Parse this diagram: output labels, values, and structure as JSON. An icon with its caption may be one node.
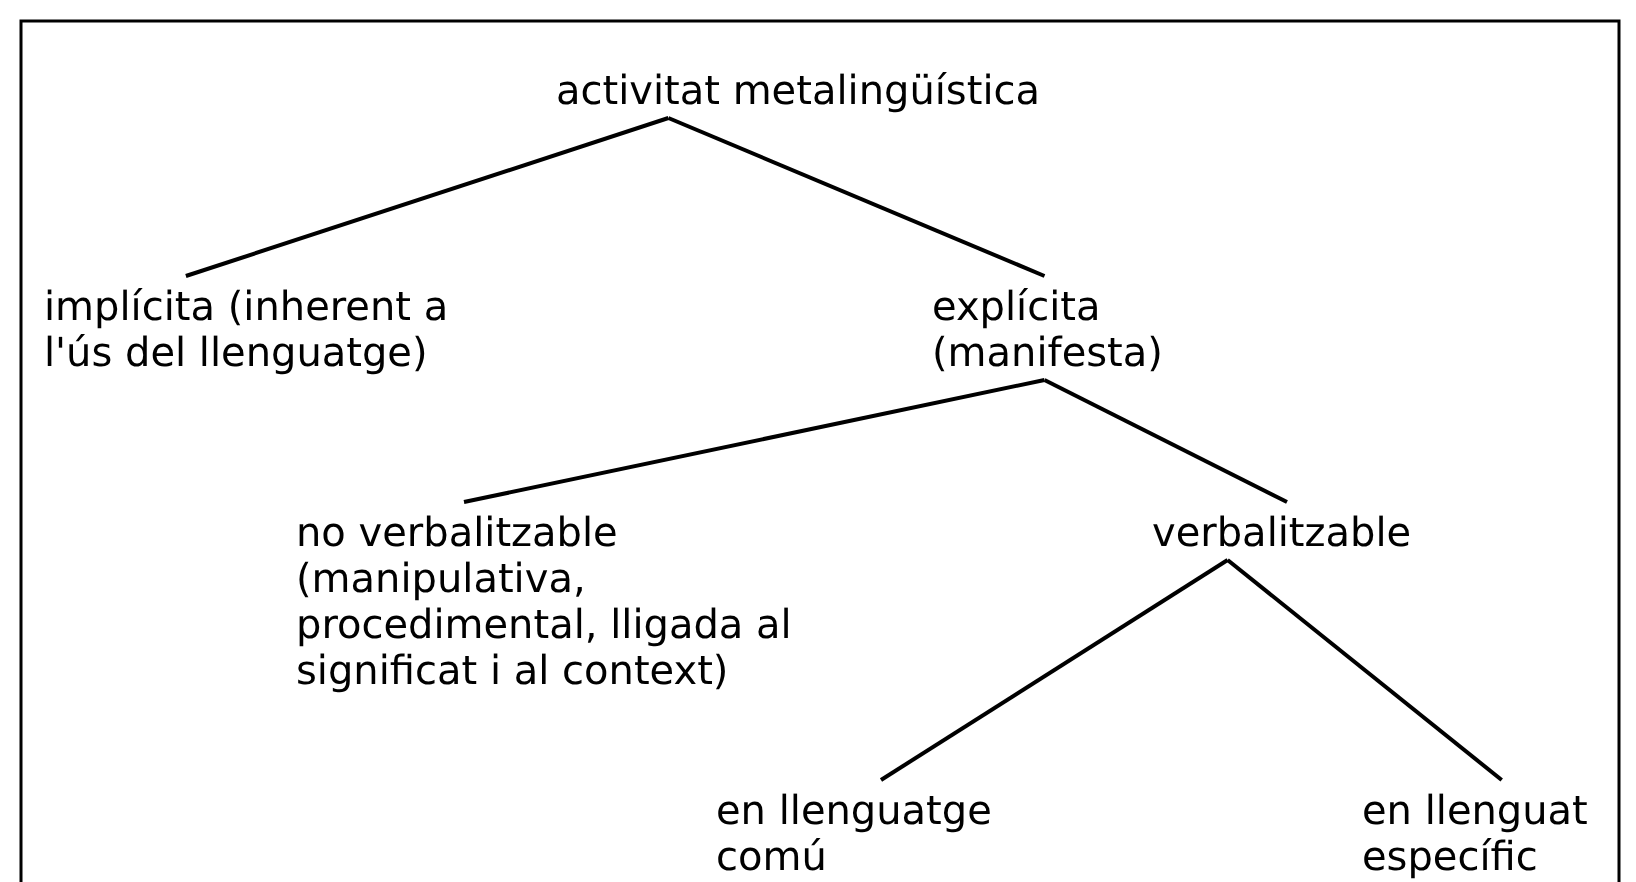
{
  "diagram": {
    "nodes": [
      {
        "text": [
          "activitat metalingüística"
        ]
      },
      {
        "text": [
          "implícita (inherent a l'ús del llenguatge)"
        ]
      },
      {
        "text": [
          "explícita (manifesta)"
        ]
      },
      {
        "text": [
          "no verbalitzable (manipulativa, procedimental, lligada al significat i al context)"
        ]
      },
      {
        "text": [
          "verbalitzable"
        ]
      },
      {
        "text": [
          "en llenguatge comú"
        ]
      },
      {
        "text": [
          "en llenguat específic"
        ]
      }
    ],
    "edges": [
      {
        "from": 0,
        "to": 1,
        "arrow": "none"
      },
      {
        "from": 0,
        "to": 2,
        "arrow": "none"
      },
      {
        "from": 2,
        "to": 3,
        "arrow": "none"
      },
      {
        "from": 2,
        "to": 4,
        "arrow": "none"
      },
      {
        "from": 4,
        "to": 5,
        "arrow": "none"
      },
      {
        "from": 4,
        "to": 6,
        "arrow": "none"
      }
    ]
  }
}
